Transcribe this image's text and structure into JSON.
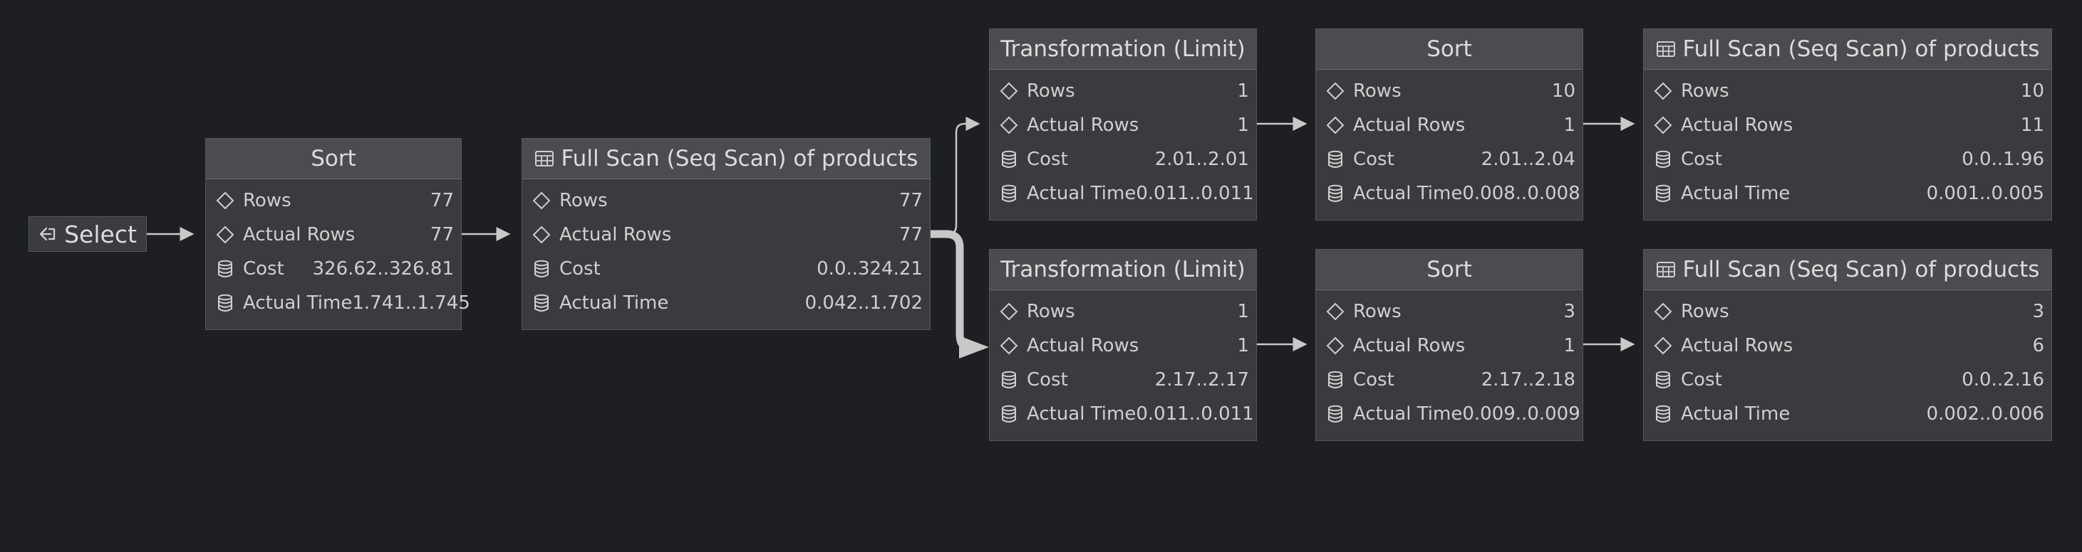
{
  "colors": {
    "background": "#1e1f22",
    "node_bg": "#393b3e",
    "header_bg": "#4a4c4f",
    "edge": "#c8c8c8"
  },
  "select_node": {
    "icon": "arrow-left-from-bracket-icon",
    "label": "Select"
  },
  "nodes": [
    {
      "id": "sort-1",
      "icon": "",
      "title": "Sort",
      "rows": [
        {
          "icon": "diamond-icon",
          "label": "Rows",
          "value": "77"
        },
        {
          "icon": "diamond-icon",
          "label": "Actual Rows",
          "value": "77"
        },
        {
          "icon": "database-icon",
          "label": "Cost",
          "value": "326.62..326.81"
        },
        {
          "icon": "database-icon",
          "label": "Actual Time",
          "value": "1.741..1.745"
        }
      ]
    },
    {
      "id": "scan-1",
      "icon": "table-icon",
      "title": "Full Scan (Seq Scan) of products",
      "rows": [
        {
          "icon": "diamond-icon",
          "label": "Rows",
          "value": "77"
        },
        {
          "icon": "diamond-icon",
          "label": "Actual Rows",
          "value": "77"
        },
        {
          "icon": "database-icon",
          "label": "Cost",
          "value": "0.0..324.21"
        },
        {
          "icon": "database-icon",
          "label": "Actual Time",
          "value": "0.042..1.702"
        }
      ]
    },
    {
      "id": "limit-top",
      "icon": "",
      "title": "Transformation (Limit)",
      "rows": [
        {
          "icon": "diamond-icon",
          "label": "Rows",
          "value": "1"
        },
        {
          "icon": "diamond-icon",
          "label": "Actual Rows",
          "value": "1"
        },
        {
          "icon": "database-icon",
          "label": "Cost",
          "value": "2.01..2.01"
        },
        {
          "icon": "database-icon",
          "label": "Actual Time",
          "value": "0.011..0.011"
        }
      ]
    },
    {
      "id": "sort-top",
      "icon": "",
      "title": "Sort",
      "rows": [
        {
          "icon": "diamond-icon",
          "label": "Rows",
          "value": "10"
        },
        {
          "icon": "diamond-icon",
          "label": "Actual Rows",
          "value": "1"
        },
        {
          "icon": "database-icon",
          "label": "Cost",
          "value": "2.01..2.04"
        },
        {
          "icon": "database-icon",
          "label": "Actual Time",
          "value": "0.008..0.008"
        }
      ]
    },
    {
      "id": "scan-top",
      "icon": "table-icon",
      "title": "Full Scan (Seq Scan) of products",
      "rows": [
        {
          "icon": "diamond-icon",
          "label": "Rows",
          "value": "10"
        },
        {
          "icon": "diamond-icon",
          "label": "Actual Rows",
          "value": "11"
        },
        {
          "icon": "database-icon",
          "label": "Cost",
          "value": "0.0..1.96"
        },
        {
          "icon": "database-icon",
          "label": "Actual Time",
          "value": "0.001..0.005"
        }
      ]
    },
    {
      "id": "limit-bottom",
      "icon": "",
      "title": "Transformation (Limit)",
      "rows": [
        {
          "icon": "diamond-icon",
          "label": "Rows",
          "value": "1"
        },
        {
          "icon": "diamond-icon",
          "label": "Actual Rows",
          "value": "1"
        },
        {
          "icon": "database-icon",
          "label": "Cost",
          "value": "2.17..2.17"
        },
        {
          "icon": "database-icon",
          "label": "Actual Time",
          "value": "0.011..0.011"
        }
      ]
    },
    {
      "id": "sort-bottom",
      "icon": "",
      "title": "Sort",
      "rows": [
        {
          "icon": "diamond-icon",
          "label": "Rows",
          "value": "3"
        },
        {
          "icon": "diamond-icon",
          "label": "Actual Rows",
          "value": "1"
        },
        {
          "icon": "database-icon",
          "label": "Cost",
          "value": "2.17..2.18"
        },
        {
          "icon": "database-icon",
          "label": "Actual Time",
          "value": "0.009..0.009"
        }
      ]
    },
    {
      "id": "scan-bottom",
      "icon": "table-icon",
      "title": "Full Scan (Seq Scan) of products",
      "rows": [
        {
          "icon": "diamond-icon",
          "label": "Rows",
          "value": "3"
        },
        {
          "icon": "diamond-icon",
          "label": "Actual Rows",
          "value": "6"
        },
        {
          "icon": "database-icon",
          "label": "Cost",
          "value": "0.0..2.16"
        },
        {
          "icon": "database-icon",
          "label": "Actual Time",
          "value": "0.002..0.006"
        }
      ]
    }
  ]
}
